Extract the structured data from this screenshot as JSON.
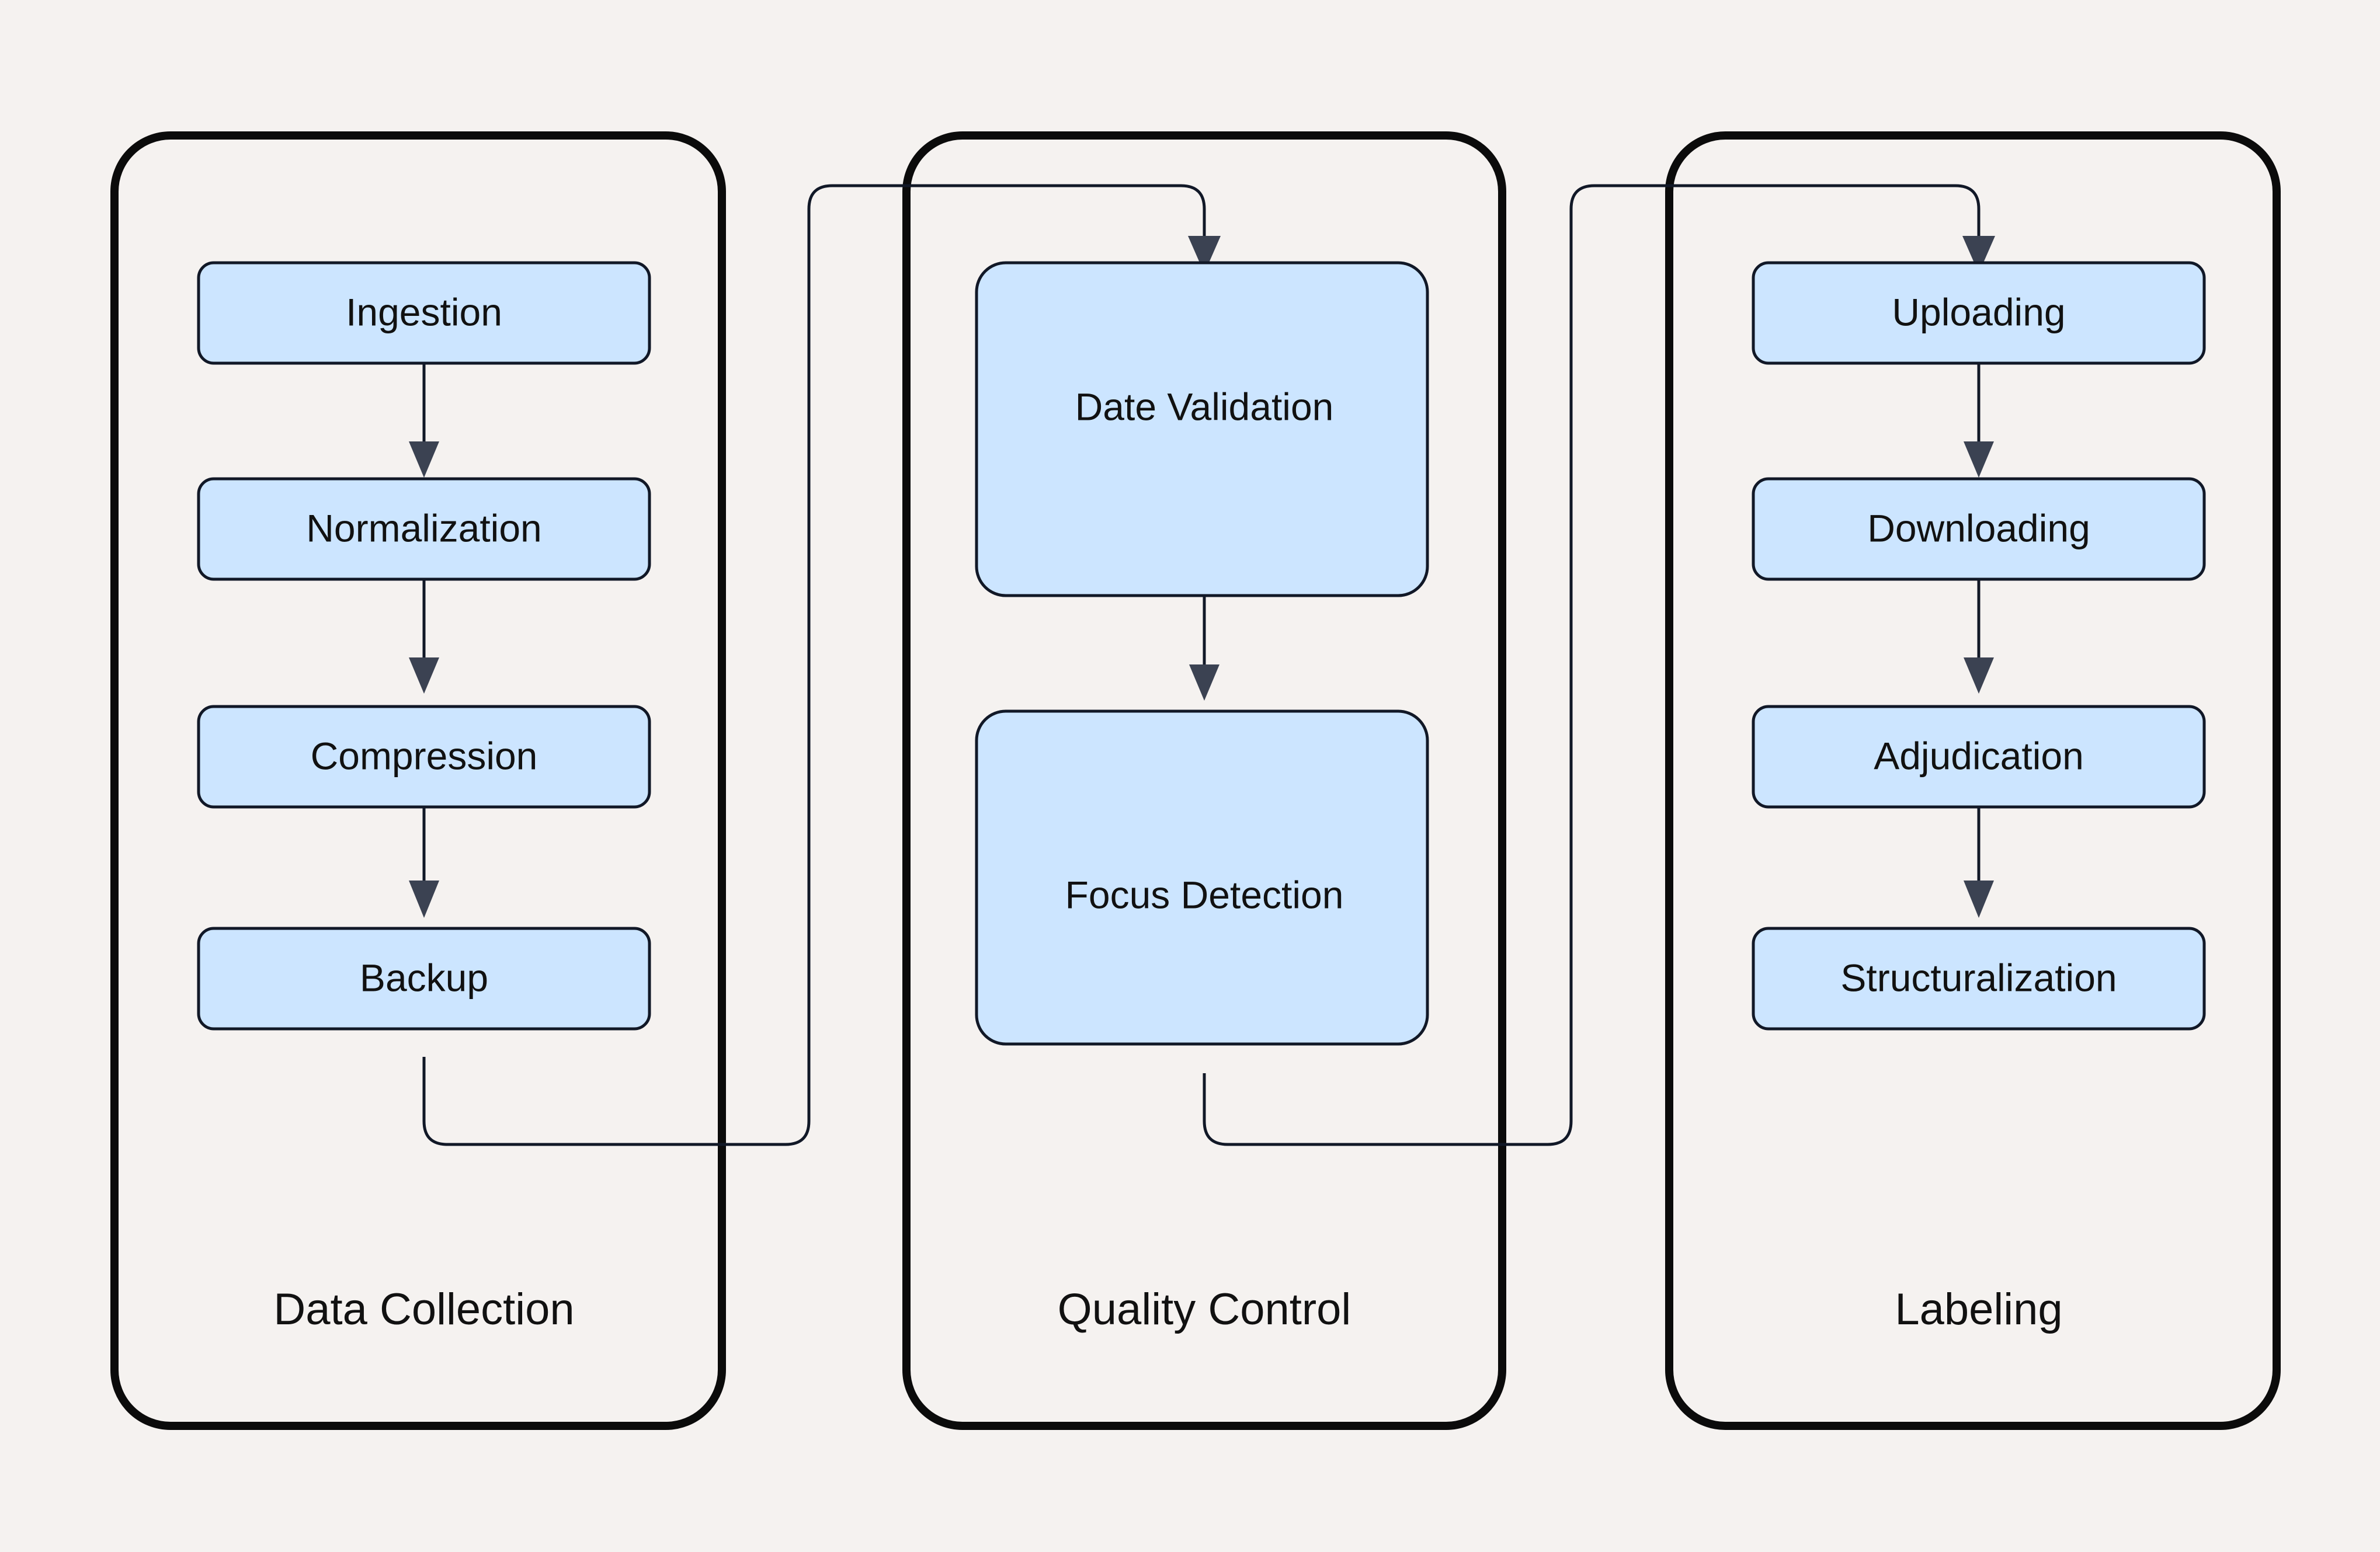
{
  "diagram": {
    "type": "flowchart",
    "orientation": "left-to-right clusters, top-to-bottom nodes",
    "background_color": "#f5f2f0",
    "node_fill_color": "#cce5ff",
    "node_stroke_color": "#111827",
    "cluster_stroke_color": "#0b0b0b",
    "clusters": [
      {
        "id": "data-collection",
        "title": "Data Collection",
        "nodes": [
          {
            "id": "ingestion",
            "label": "Ingestion"
          },
          {
            "id": "normalization",
            "label": "Normalization"
          },
          {
            "id": "compression",
            "label": "Compression"
          },
          {
            "id": "backup",
            "label": "Backup"
          }
        ]
      },
      {
        "id": "quality-control",
        "title": "Quality Control",
        "nodes": [
          {
            "id": "date-validation",
            "label": "Date Validation"
          },
          {
            "id": "focus-detection",
            "label": "Focus Detection"
          }
        ]
      },
      {
        "id": "labeling",
        "title": "Labeling",
        "nodes": [
          {
            "id": "uploading",
            "label": "Uploading"
          },
          {
            "id": "downloading",
            "label": "Downloading"
          },
          {
            "id": "adjudication",
            "label": "Adjudication"
          },
          {
            "id": "structuralization",
            "label": "Structuralization"
          }
        ]
      }
    ],
    "edges": [
      {
        "from": "ingestion",
        "to": "normalization"
      },
      {
        "from": "normalization",
        "to": "compression"
      },
      {
        "from": "compression",
        "to": "backup"
      },
      {
        "from": "backup",
        "to": "date-validation"
      },
      {
        "from": "date-validation",
        "to": "focus-detection"
      },
      {
        "from": "focus-detection",
        "to": "uploading"
      },
      {
        "from": "uploading",
        "to": "downloading"
      },
      {
        "from": "downloading",
        "to": "adjudication"
      },
      {
        "from": "adjudication",
        "to": "structuralization"
      }
    ]
  }
}
